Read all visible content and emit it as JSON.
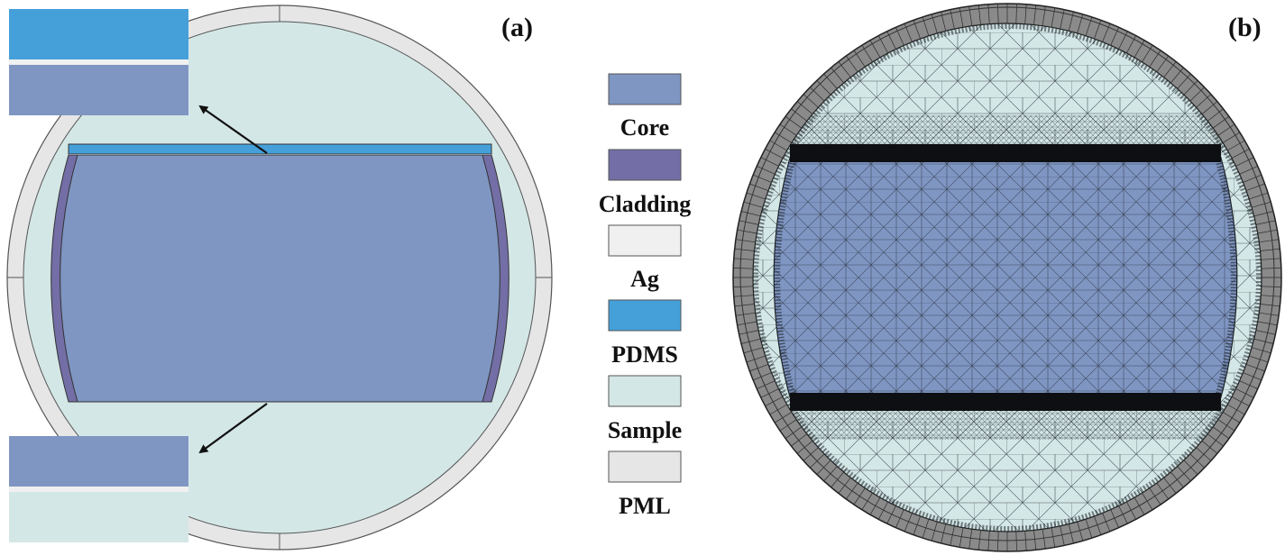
{
  "panels": {
    "a": {
      "label": "(a)"
    },
    "b": {
      "label": "(b)"
    }
  },
  "legend": [
    {
      "name": "Core",
      "color": "#7f96c3"
    },
    {
      "name": "Cladding",
      "color": "#736ea6"
    },
    {
      "name": "Ag",
      "color": "#f0f0f0"
    },
    {
      "name": "PDMS",
      "color": "#45a0da"
    },
    {
      "name": "Sample",
      "color": "#d4e7e7"
    },
    {
      "name": "PML",
      "color": "#e6e6e6"
    }
  ],
  "colors": {
    "core": "#7f96c3",
    "cladding": "#736ea6",
    "ag": "#f0f0f0",
    "pdms": "#45a0da",
    "sample": "#d4e7e7",
    "pml": "#e6e6e6",
    "mesh_line": "#1c2228"
  }
}
